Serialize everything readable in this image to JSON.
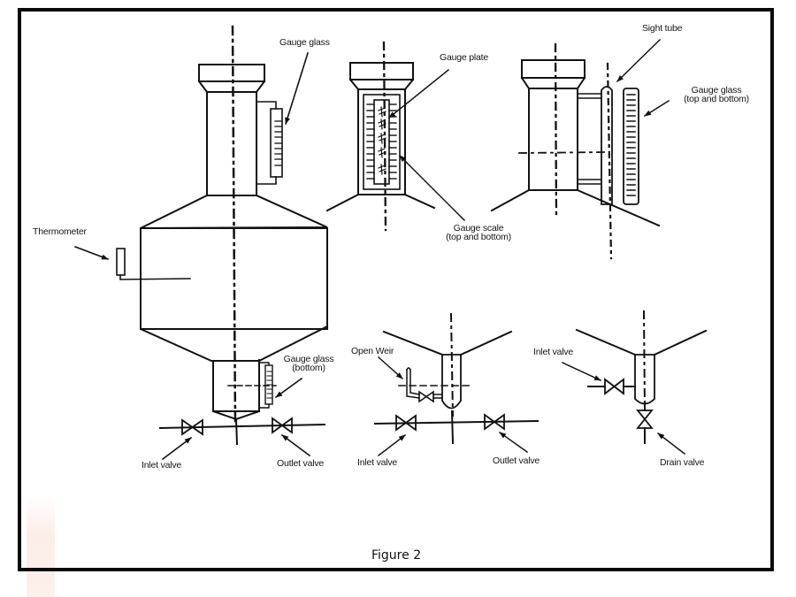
{
  "figure": {
    "caption": "Figure 2",
    "line_color": "#111111",
    "background": "#ffffff"
  },
  "labels": {
    "main_vessel": {
      "gauge_glass": "Gauge glass",
      "thermometer": "Thermometer",
      "gauge_glass_bottom_line1": "Gauge glass",
      "gauge_glass_bottom_line2": "(bottom)",
      "inlet_valve": "Inlet valve",
      "outlet_valve": "Outlet valve"
    },
    "gauge_plate_detail": {
      "gauge_plate": "Gauge plate",
      "gauge_scale_line1": "Gauge scale",
      "gauge_scale_line2": "(top and bottom)"
    },
    "sight_tube_detail": {
      "sight_tube": "Sight tube",
      "gauge_glass_line1": "Gauge glass",
      "gauge_glass_line2": "(top and bottom)"
    },
    "open_weir_detail": {
      "open_weir": "Open Weir",
      "inlet_valve": "Inlet valve",
      "outlet_valve": "Outlet valve"
    },
    "drain_detail": {
      "inlet_valve": "Inlet valve",
      "drain_valve": "Drain valve"
    }
  }
}
